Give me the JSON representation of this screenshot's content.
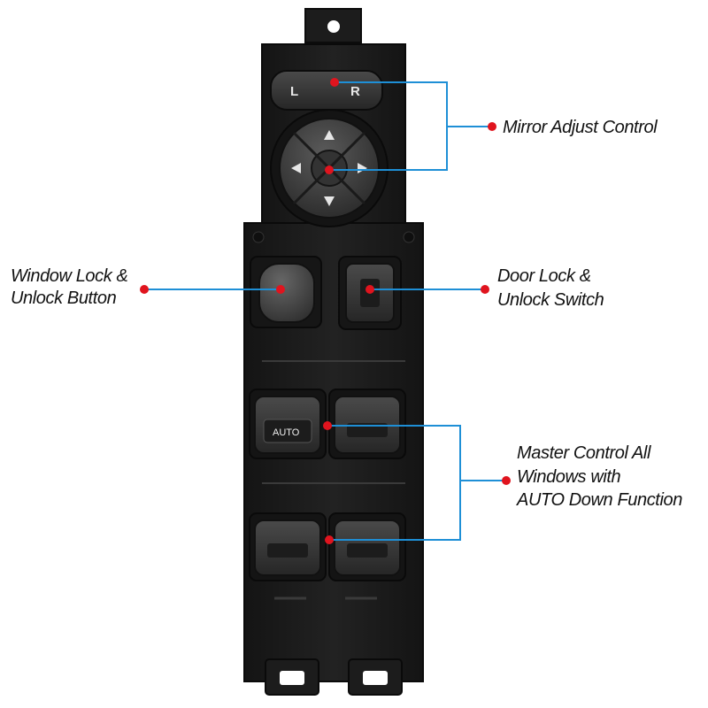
{
  "callouts": {
    "mirror_adjust": "Mirror Adjust Control",
    "window_lock": [
      "Window Lock &",
      "Unlock Button"
    ],
    "door_lock": [
      "Door Lock &",
      "Unlock Switch"
    ],
    "master_control": [
      "Master Control All",
      "Windows with",
      "AUTO Down Function"
    ]
  },
  "keycaps": {
    "mirror_left": "L",
    "mirror_right": "R",
    "auto_button": "AUTO"
  },
  "icons": {
    "joystick_up": "arrow-up-icon",
    "joystick_down": "arrow-down-icon",
    "joystick_left": "arrow-left-icon",
    "joystick_right": "arrow-right-icon"
  },
  "colors": {
    "marker_dot": "#e0141e",
    "leader_line": "#1e8fd6",
    "panel_body": "#1b1b1b"
  }
}
